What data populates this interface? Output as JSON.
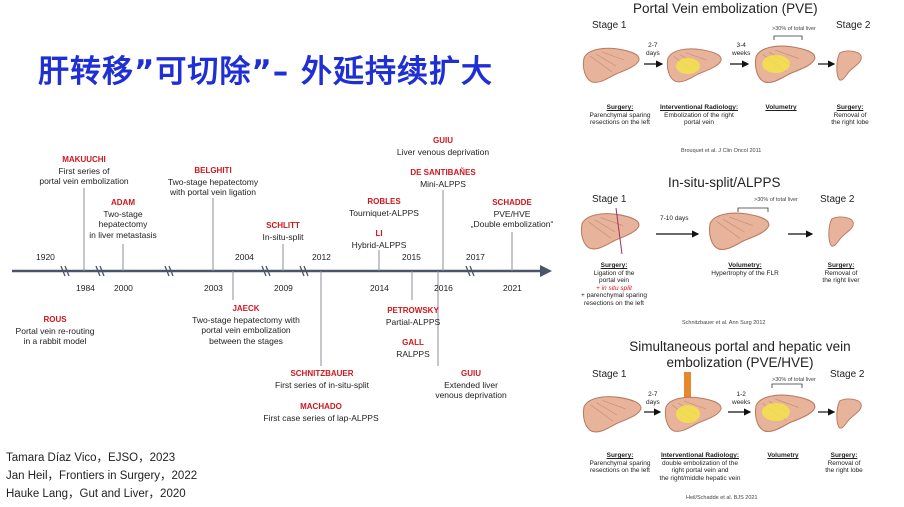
{
  "title": "肝转移”可切除”– 外延持续扩大",
  "timeline": {
    "years": [
      "1920",
      "1984",
      "2000",
      "2003",
      "2004",
      "2009",
      "2012",
      "2014",
      "2015",
      "2016",
      "2017",
      "2021"
    ],
    "above": [
      {
        "name": "MAKUUCHI",
        "lines": [
          "First series of",
          "portal vein embolization"
        ]
      },
      {
        "name": "ADAM",
        "lines": [
          "Two-stage",
          "hepatectomy",
          "in liver metastasis"
        ]
      },
      {
        "name": "BELGHITI",
        "lines": [
          "Two-stage hepatectomy",
          "with portal vein ligation"
        ]
      },
      {
        "name": "SCHLITT",
        "lines": [
          "In-situ-split"
        ]
      },
      {
        "name": "ROBLES",
        "lines": [
          "Tourniquet-ALPPS"
        ]
      },
      {
        "name": "LI",
        "lines": [
          "Hybrid-ALPPS"
        ]
      },
      {
        "name": "GUIU",
        "lines": [
          "Liver venous deprivation"
        ]
      },
      {
        "name": "DE SANTIBAÑES",
        "lines": [
          "Mini-ALPPS"
        ]
      },
      {
        "name": "SCHADDE",
        "lines": [
          "PVE/HVE",
          "„Double embolization“"
        ]
      }
    ],
    "below": [
      {
        "name": "ROUS",
        "lines": [
          "Portal vein re-routing",
          "in a rabbit model"
        ]
      },
      {
        "name": "JAECK",
        "lines": [
          "Two-stage hepatectomy with",
          "portal vein embolization",
          "between the stages"
        ]
      },
      {
        "name": "SCHNITZBAUER",
        "lines": [
          "First series of in-situ-split"
        ]
      },
      {
        "name": "MACHADO",
        "lines": [
          "First case series of lap-ALPPS"
        ]
      },
      {
        "name": "PETROWSKY",
        "lines": [
          "Partial-ALPPS"
        ]
      },
      {
        "name": "GALL",
        "lines": [
          "RALPPS"
        ]
      },
      {
        "name": "GUIU",
        "lines": [
          "Extended liver",
          "venous deprivation"
        ]
      }
    ]
  },
  "references": [
    "Tamara Díaz Vico，EJSO，2023",
    "Jan Heil，Frontiers in Surgery，2022",
    "Hauke Lang，Gut and Liver，2020"
  ],
  "panels": {
    "pve": {
      "title": "Portal Vein embolization (PVE)",
      "stage1": "Stage 1",
      "stage2": "Stage 2",
      "t1": [
        "2-7",
        "days"
      ],
      "t2": [
        "3-4",
        "weeks"
      ],
      "pct": ">30% of total liver",
      "caps": [
        {
          "h": "Surgery:",
          "l": [
            "Parenchymal sparing",
            "resections on the left"
          ]
        },
        {
          "h": "Interventional Radiology:",
          "l": [
            "Embolization of the right",
            "portal vein"
          ]
        },
        {
          "h": "Volumetry",
          "l": []
        },
        {
          "h": "Surgery:",
          "l": [
            "Removal of",
            "the right lobe"
          ]
        }
      ],
      "cite": "Brouquet et al. J Clin Oncol 2011"
    },
    "alpps": {
      "title": "In-situ-split/ALPPS",
      "stage1": "Stage 1",
      "stage2": "Stage 2",
      "t1": [
        "7-10 days"
      ],
      "pct": ">30% of total liver",
      "caps": [
        {
          "h": "Surgery:",
          "l": [
            "Ligation of the",
            "portal vein"
          ],
          "red": "+ in situ split",
          "extra": [
            "+ parenchymal sparing",
            "resections on the left"
          ]
        },
        {
          "h": "Volumetry:",
          "l": [
            "Hypertrophy of the FLR"
          ]
        },
        {
          "h": "Surgery:",
          "l": [
            "Removal of",
            "the right  liver"
          ]
        }
      ],
      "cite": "Schnitzbauer et al. Ann Surg 2012"
    },
    "hve": {
      "title_lines": [
        "Simultaneous portal and hepatic vein",
        "embolization (PVE/HVE)"
      ],
      "stage1": "Stage 1",
      "stage2": "Stage 2",
      "t1": [
        "2-7",
        "days"
      ],
      "t2": [
        "1-2",
        "weeks"
      ],
      "pct": ">30% of total liver",
      "caps": [
        {
          "h": "Surgery:",
          "l": [
            "Parenchymal sparing",
            "resections on the left"
          ]
        },
        {
          "h": "Interventional Radiology:",
          "l": [
            "double embolization of the",
            "right portal vein and",
            "the right/middle hepatic vein"
          ]
        },
        {
          "h": "Volumetry",
          "l": []
        },
        {
          "h": "Surgery:",
          "l": [
            "Removal of",
            "the right lobe"
          ]
        }
      ],
      "cite": "Heil/Schadde et al. BJS 2021"
    }
  },
  "colors": {
    "title": "#1f2fd6",
    "name": "#d0161c",
    "axis": "#4a5568",
    "liver": "#e7b39a",
    "embol": "#f3e24a"
  }
}
